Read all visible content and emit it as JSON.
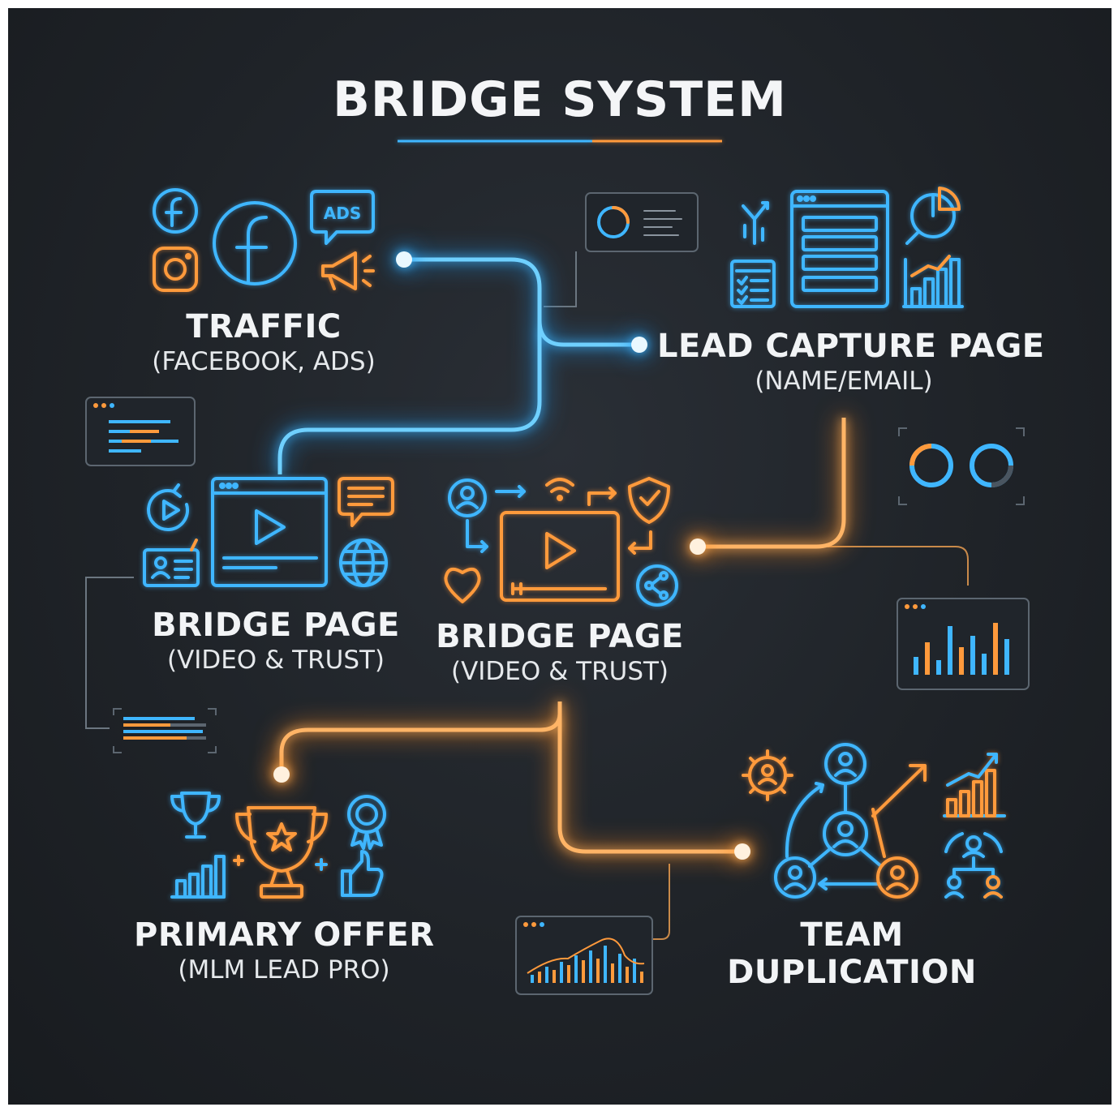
{
  "title": "BRIDGE SYSTEM",
  "colors": {
    "blue": "#3fb6ff",
    "orange": "#ff9a3c",
    "background": "#1f2328",
    "text": "#f2f4f6"
  },
  "nodes": {
    "traffic": {
      "title": "TRAFFIC",
      "subtitle": "(FACEBOOK, ADS)"
    },
    "lead_capture": {
      "title": "LEAD CAPTURE PAGE",
      "subtitle": "(NAME/EMAIL)"
    },
    "bridge_left": {
      "title": "BRIDGE PAGE",
      "subtitle": "(VIDEO & TRUST)"
    },
    "bridge_center": {
      "title": "BRIDGE PAGE",
      "subtitle": "(VIDEO & TRUST)"
    },
    "primary_offer": {
      "title": "PRIMARY OFFER",
      "subtitle": "(MLM LEAD PRO)"
    },
    "team": {
      "title_line1": "TEAM",
      "title_line2": "DUPLICATION"
    }
  },
  "icons": {
    "traffic": [
      "facebook-icon",
      "facebook-large-icon",
      "instagram-icon",
      "ads-speech-bubble-icon",
      "megaphone-icon"
    ],
    "lead_capture": [
      "split-arrows-icon",
      "form-window-icon",
      "checklist-icon",
      "pie-chart-icon",
      "bar-chart-icon"
    ],
    "bridge_left": [
      "replay-icon",
      "video-window-icon",
      "id-card-icon",
      "chat-bubble-icon",
      "globe-icon"
    ],
    "bridge_center": [
      "user-icon",
      "wifi-icon",
      "shield-check-icon",
      "video-player-icon",
      "heart-icon",
      "share-icon"
    ],
    "primary_offer": [
      "trophy-icon",
      "trophy-star-icon",
      "award-badge-icon",
      "bar-chart-icon",
      "thumbs-up-icon"
    ],
    "team": [
      "gear-user-icon",
      "user-network-icon",
      "growth-arrow-icon",
      "bar-chart-icon",
      "org-chart-icon"
    ]
  }
}
